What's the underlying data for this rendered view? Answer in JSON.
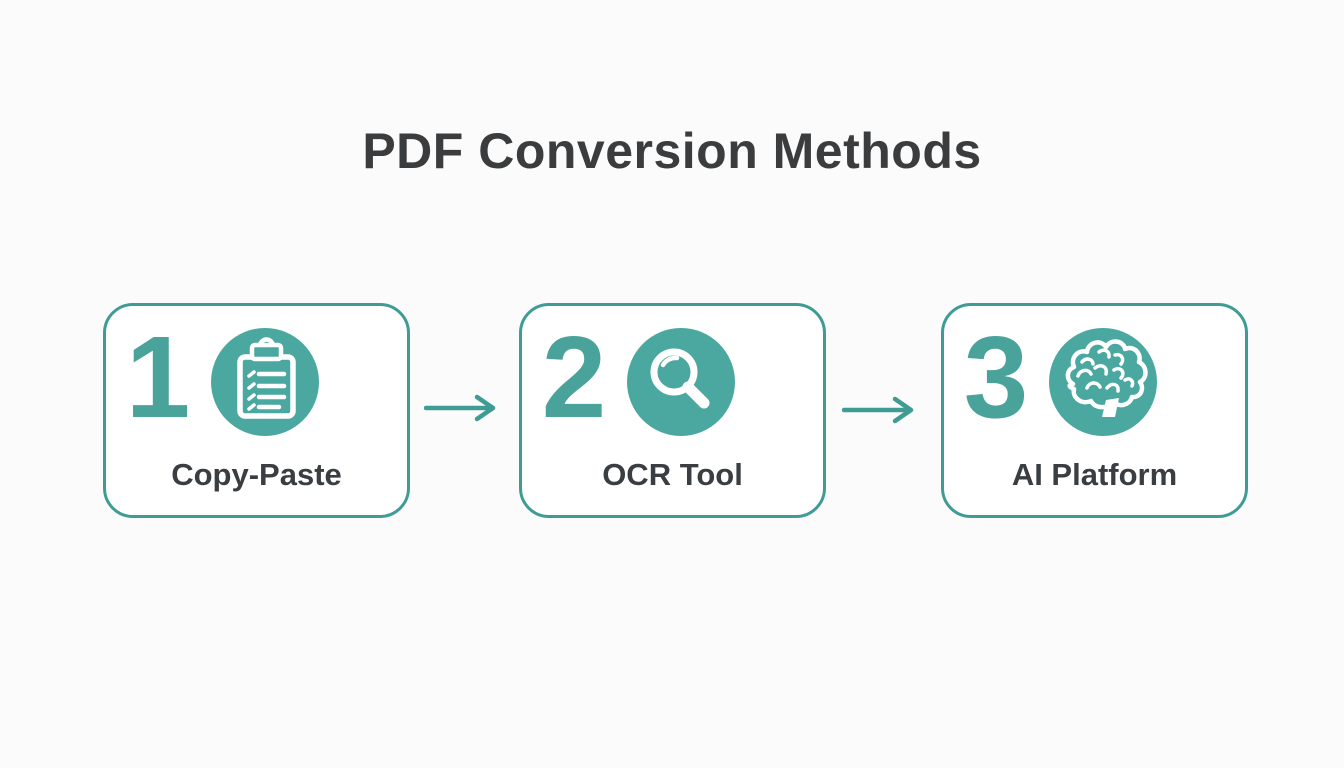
{
  "title": "PDF Conversion Methods",
  "theme": {
    "background": "#fbfbfb",
    "box_fill": "#ffffff",
    "teal": "#3e9c94",
    "circle_fill": "#4ba8a0",
    "number_color": "#4aa39b",
    "title_color": "#3b3c3e",
    "label_color": "#3a3e42",
    "icon_color": "#ffffff"
  },
  "steps": [
    {
      "number": "1",
      "label": "Copy-Paste",
      "icon": "clipboard-icon"
    },
    {
      "number": "2",
      "label": "OCR Tool",
      "icon": "magnifier-icon"
    },
    {
      "number": "3",
      "label": "AI Platform",
      "icon": "brain-icon"
    }
  ],
  "connectors": [
    {
      "type": "arrow-right"
    },
    {
      "type": "arrow-right"
    }
  ]
}
